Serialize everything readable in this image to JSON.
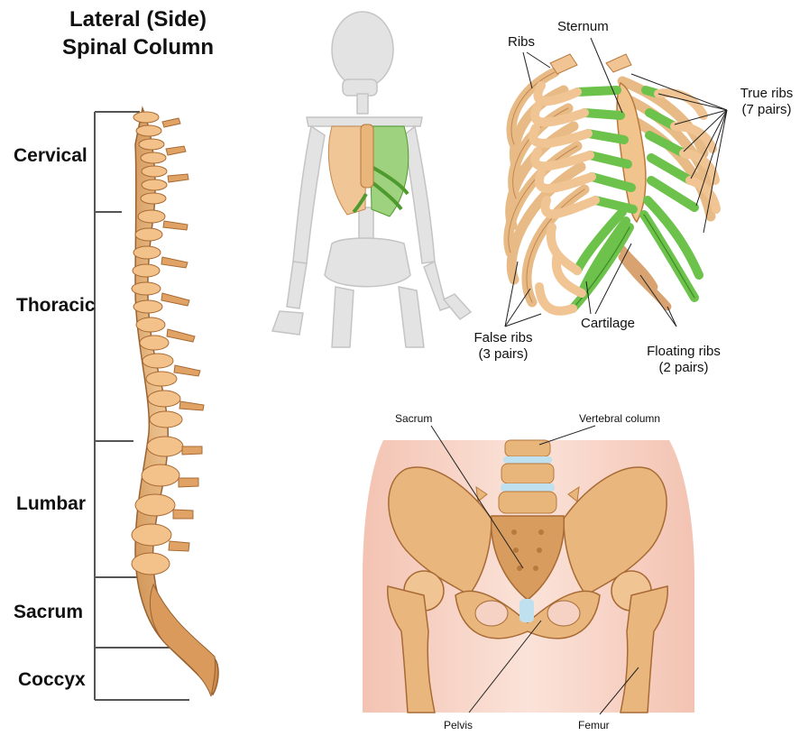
{
  "spine": {
    "title_line1": "Lateral (Side)",
    "title_line2": "Spinal Column",
    "regions": [
      "Cervical",
      "Thoracic",
      "Lumbar",
      "Sacrum",
      "Coccyx"
    ]
  },
  "ribcage": {
    "ribs": "Ribs",
    "sternum": "Sternum",
    "true_ribs_l1": "True ribs",
    "true_ribs_l2": "(7 pairs)",
    "false_ribs_l1": "False ribs",
    "false_ribs_l2": "(3 pairs)",
    "cartilage": "Cartilage",
    "floating_ribs_l1": "Floating ribs",
    "floating_ribs_l2": "(2 pairs)"
  },
  "pelvis": {
    "sacrum": "Sacrum",
    "vertebral_column": "Vertebral column",
    "pelvis": "Pelvis",
    "femur": "Femur"
  },
  "colors": {
    "bone": "#e8b57a",
    "bone_dark": "#b9793c",
    "cartilage_green": "#6cc24a",
    "skin": "#f6d2c4",
    "skeleton_grey": "#d9d9d9",
    "disc_blue": "#bfe0ee"
  }
}
